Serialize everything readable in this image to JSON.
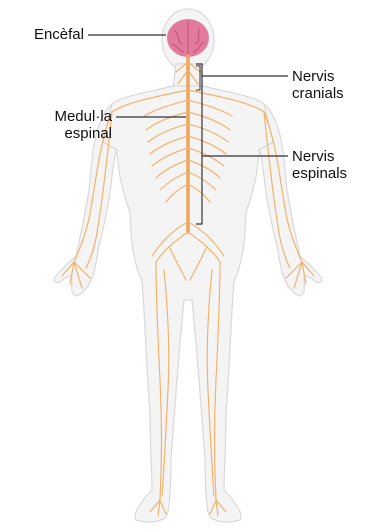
{
  "colors": {
    "body_fill": "#f4f4f4",
    "body_outline": "#d9d9d9",
    "brain": "#e27a9c",
    "brain_dark": "#c85a7f",
    "cord": "#f0a35a",
    "nerves": "#f3b26b",
    "leader_lines": "#333333",
    "text": "#111111"
  },
  "labels": {
    "brain": "Encèfal",
    "spinal_cord_1": "Medul·la",
    "spinal_cord_2": "espinal",
    "cranial_nerves_1": "Nervis",
    "cranial_nerves_2": "cranials",
    "spinal_nerves_1": "Nervis",
    "spinal_nerves_2": "espinals"
  }
}
